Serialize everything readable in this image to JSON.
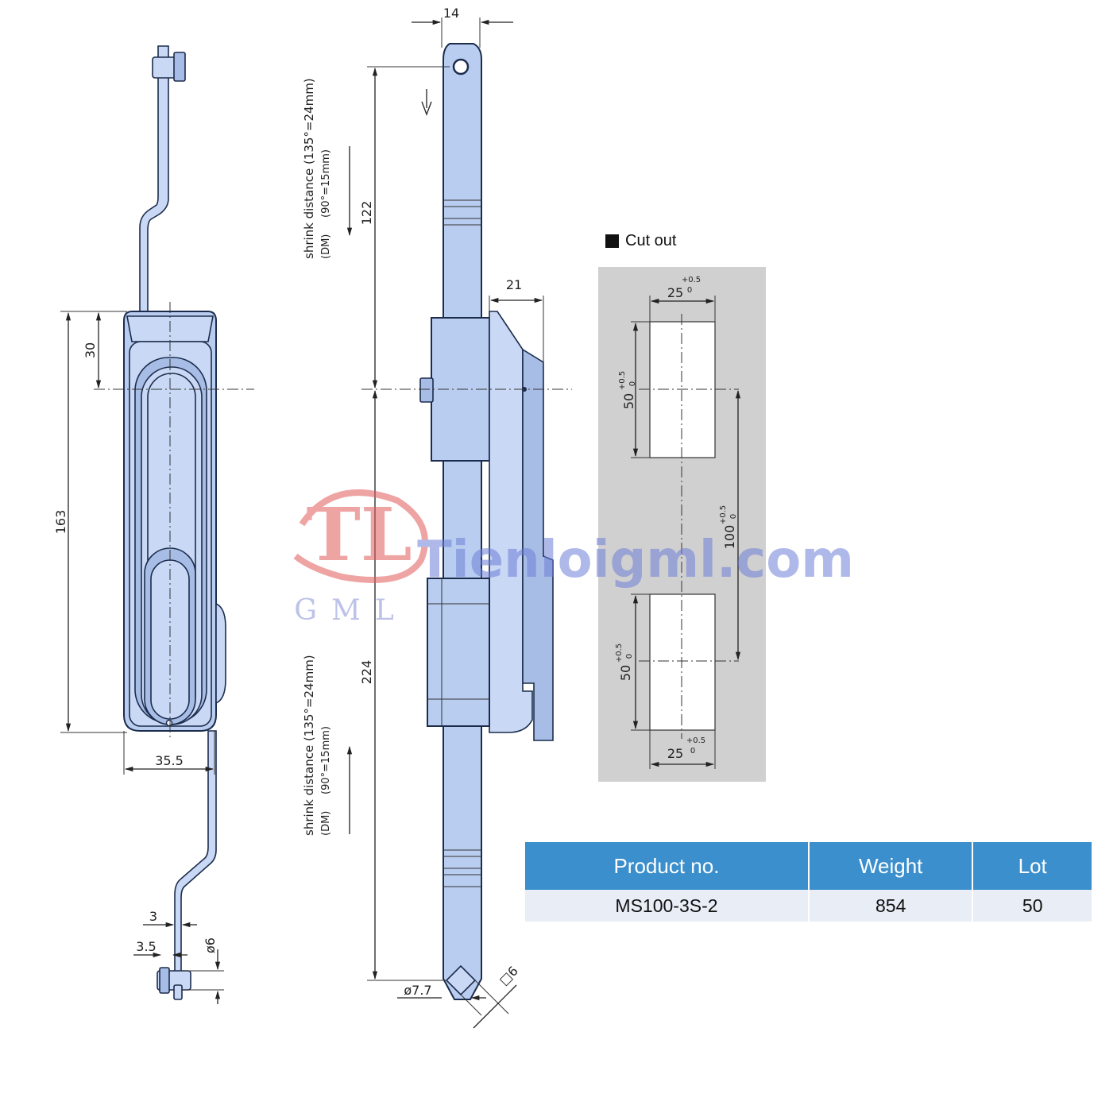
{
  "dimensions": {
    "d14": "14",
    "d21": "21",
    "d30": "30",
    "d163": "163",
    "d122": "122",
    "d224": "224",
    "d35_5": "35.5",
    "d3": "3",
    "d3_5": "3.5",
    "d6": "ø6",
    "d7_7": "ø7.7",
    "sq6": "□6"
  },
  "shrink_note": {
    "line1": "shrink distance (135°=24mm)",
    "line2": "(DM)     (90°=15mm)"
  },
  "cutout": {
    "title": "Cut out",
    "width_label": "25",
    "width_tol_top": "+0.5",
    "width_tol_bottom": "0",
    "height_label": "50",
    "height_tol_top": "+0.5",
    "height_tol_bottom": "0",
    "pitch_label": "100",
    "pitch_tol_top": "+0.5",
    "pitch_tol_bottom": "0"
  },
  "watermark": {
    "logo_letters": "TL",
    "logo_sub": "GML",
    "site": "Tienloigml.com"
  },
  "table": {
    "headers": [
      "Product no.",
      "Weight",
      "Lot"
    ],
    "rows": [
      [
        "MS100-3S-2",
        "854",
        "50"
      ]
    ]
  },
  "colors": {
    "part_fill": "#b9cdf0",
    "part_stroke": "#1c2c4c",
    "table_header": "#3a8fcc",
    "table_row": "#e8edf6",
    "cutout_panel": "#d0d0d0",
    "watermark_red": "#e35b5b",
    "watermark_blue": "#6d7fd8"
  }
}
